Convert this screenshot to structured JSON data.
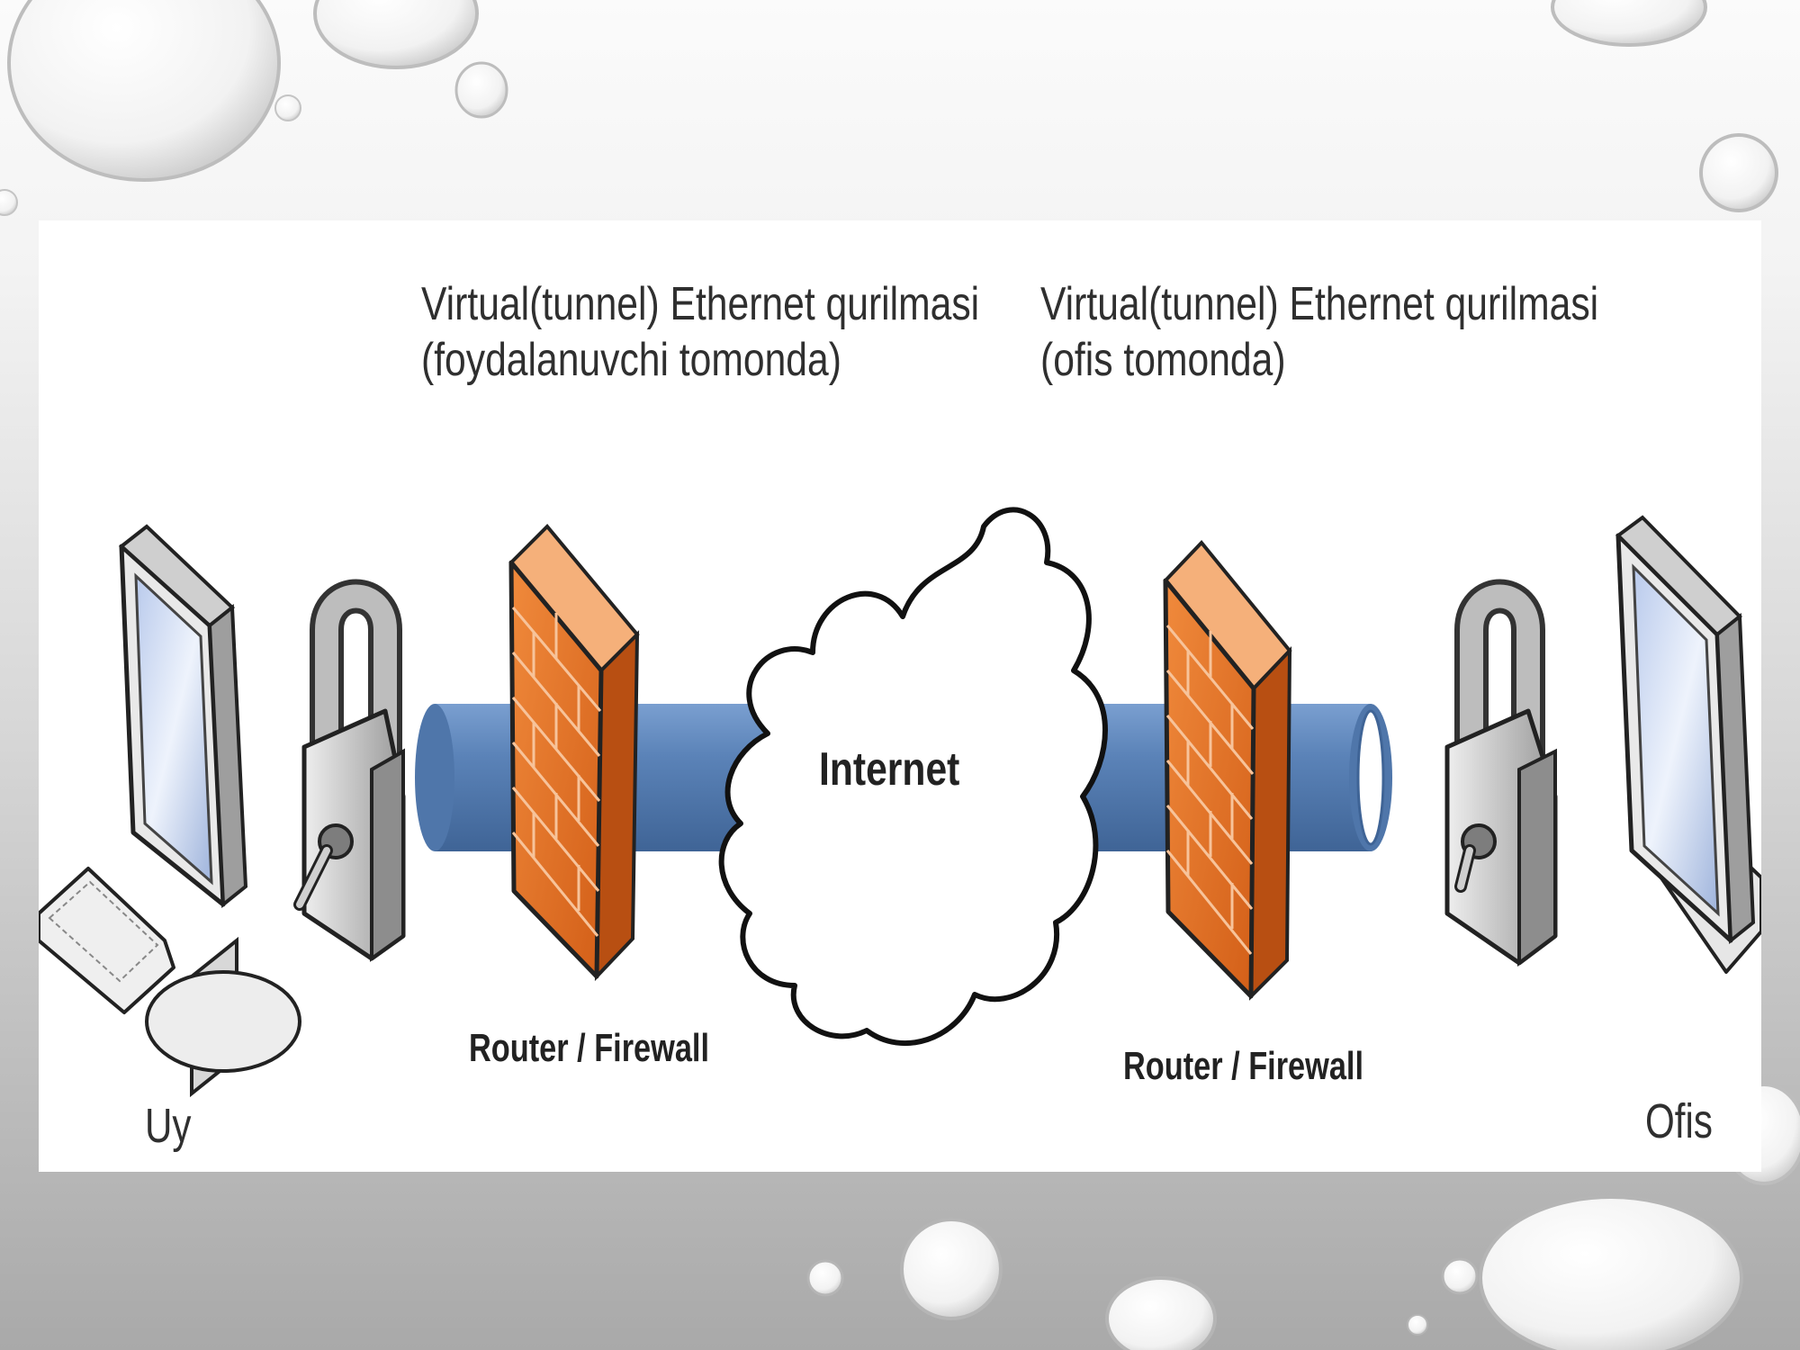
{
  "diagram": {
    "header_left_line1": "Virtual(tunnel) Ethernet qurilmasi",
    "header_left_line2": "(foydalanuvchi tomonda)",
    "header_right_line1": "Virtual(tunnel) Ethernet qurilmasi",
    "header_right_line2": "(ofis tomonda)",
    "cloud_label": "Internet",
    "router_left_label": "Router / Firewall",
    "router_right_label": "Router / Firewall",
    "home_label": "Uy",
    "office_label": "Ofis"
  },
  "icons": [
    "computer-icon",
    "padlock-icon",
    "firewall-icon",
    "cloud-icon",
    "firewall-icon",
    "padlock-icon",
    "computer-icon"
  ],
  "colors": {
    "tunnel": "#5b83b8",
    "firewall": "#e8742a",
    "screen": "#cfdcf4"
  }
}
